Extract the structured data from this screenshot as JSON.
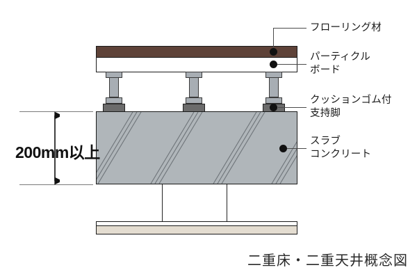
{
  "diagram": {
    "caption": "二重床・二重天井概念図",
    "dimension": {
      "value_label": "200mm以上"
    },
    "callouts": [
      {
        "key": "flooring",
        "label": "フローリング材"
      },
      {
        "key": "particle_board",
        "label": "パーティクル\nボード"
      },
      {
        "key": "support_leg",
        "label": "クッションゴム付\n支持脚"
      },
      {
        "key": "slab",
        "label": "スラブ\nコンクリート"
      }
    ],
    "layers": {
      "flooring_name": "フローリング材",
      "particle_board_name": "パーティクルボード",
      "support_leg_name": "クッションゴム付支持脚",
      "slab_name": "スラブコンクリート"
    },
    "colors": {
      "flooring": "#5E4238",
      "particle_board": "#FFFFFF",
      "leg_metal": "#A8AEB4",
      "leg_rubber": "#6B6B6B",
      "slab": "#B0B6BA",
      "slab_hatch": "#6E7479",
      "ceiling_board": "#E4DDD1",
      "outline": "#1A1A1A",
      "leader": "#4A4A4A",
      "dot": "#111111"
    }
  }
}
